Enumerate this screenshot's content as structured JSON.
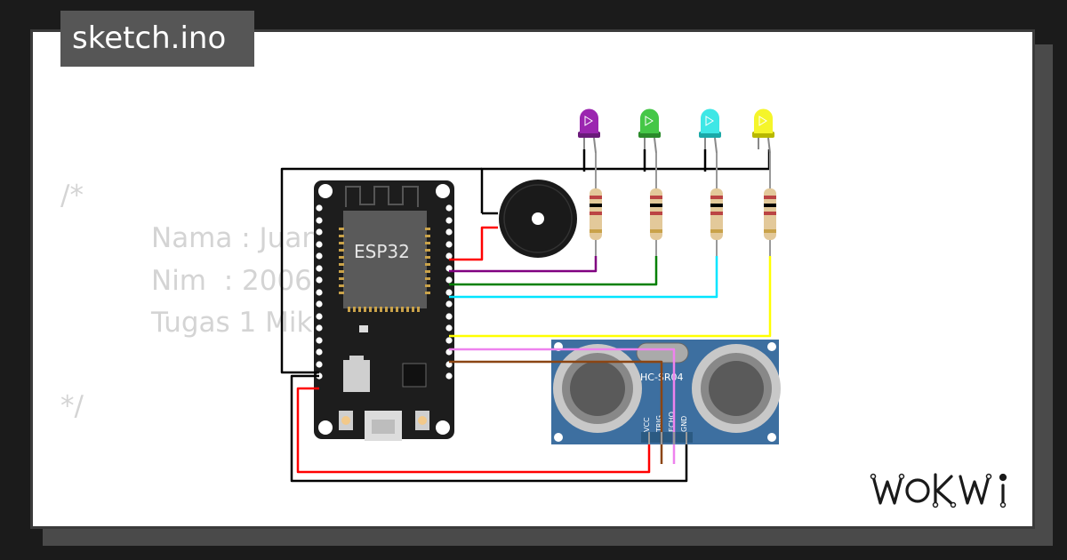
{
  "file_tab": {
    "label": "sketch.ino"
  },
  "code": {
    "comment_open": "/*",
    "line_name": "Nama : Juan",
    "line_nim": "Nim  : 20060",
    "line_task": "Tugas 1 Mik",
    "comment_close": "*/"
  },
  "esp32": {
    "label": "ESP32"
  },
  "sensor": {
    "label": "HC-SR04",
    "pins": [
      "VCC",
      "TRIG",
      "ECHO",
      "GND"
    ]
  },
  "leds": [
    {
      "color": "#9b26b0",
      "dark": "#6a1a7a"
    },
    {
      "color": "#45c747",
      "dark": "#2a8a2a"
    },
    {
      "color": "#3ee7e6",
      "dark": "#1aa9a8"
    },
    {
      "color": "#f5f52a",
      "dark": "#b8b800"
    }
  ],
  "wire_colors": {
    "purple": "#800080",
    "green": "#008000",
    "cyan": "#00e5ff",
    "yellow": "#ffff00",
    "red": "#ff0000",
    "black": "#000000",
    "violet": "#ee82ee",
    "brown": "#8b4513"
  },
  "brand": {
    "logo_icon": "wokwi-logo"
  }
}
